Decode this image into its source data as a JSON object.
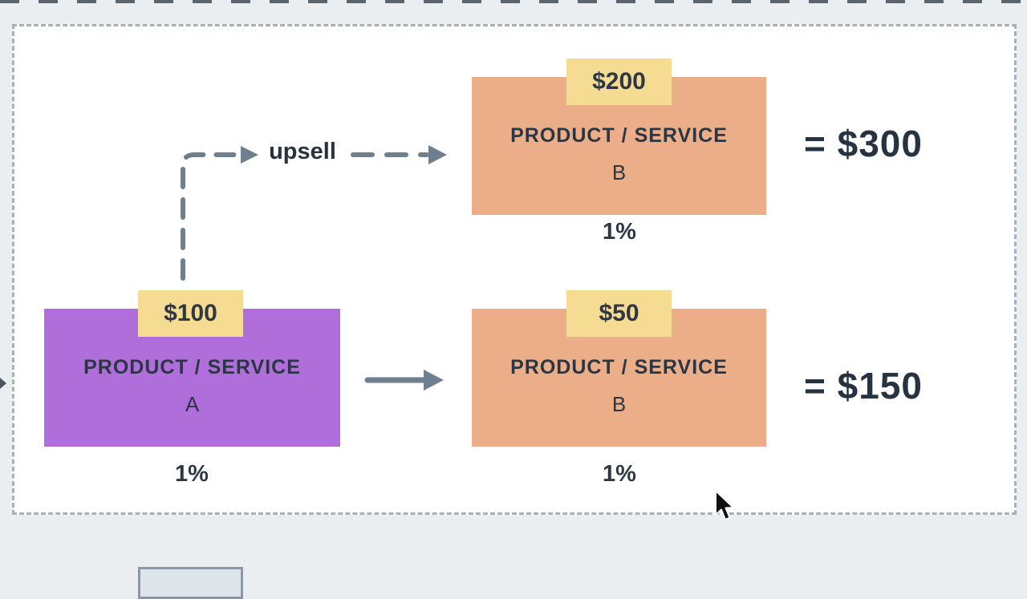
{
  "app": {
    "background_color": "#eaeef1",
    "canvas_fill": "#ffffff",
    "canvas_border_color": "#a6b2bb"
  },
  "diagram": {
    "upsell_label": "upsell",
    "product_a": {
      "price": "$100",
      "title": "PRODUCT / SERVICE",
      "subtitle": "A",
      "rate": "1%"
    },
    "product_b_top": {
      "price": "$200",
      "title": "PRODUCT / SERVICE",
      "subtitle": "B",
      "rate": "1%",
      "result": "= $300"
    },
    "product_b_bottom": {
      "price": "$50",
      "title": "PRODUCT / SERVICE",
      "subtitle": "B",
      "rate": "1%",
      "result": "= $150"
    },
    "colors": {
      "product_a_fill": "#b06edb",
      "product_b_fill": "#ecae88",
      "price_tag_fill": "#f6dc92",
      "arrow": "#6e8090",
      "text": "#2b3644"
    }
  }
}
